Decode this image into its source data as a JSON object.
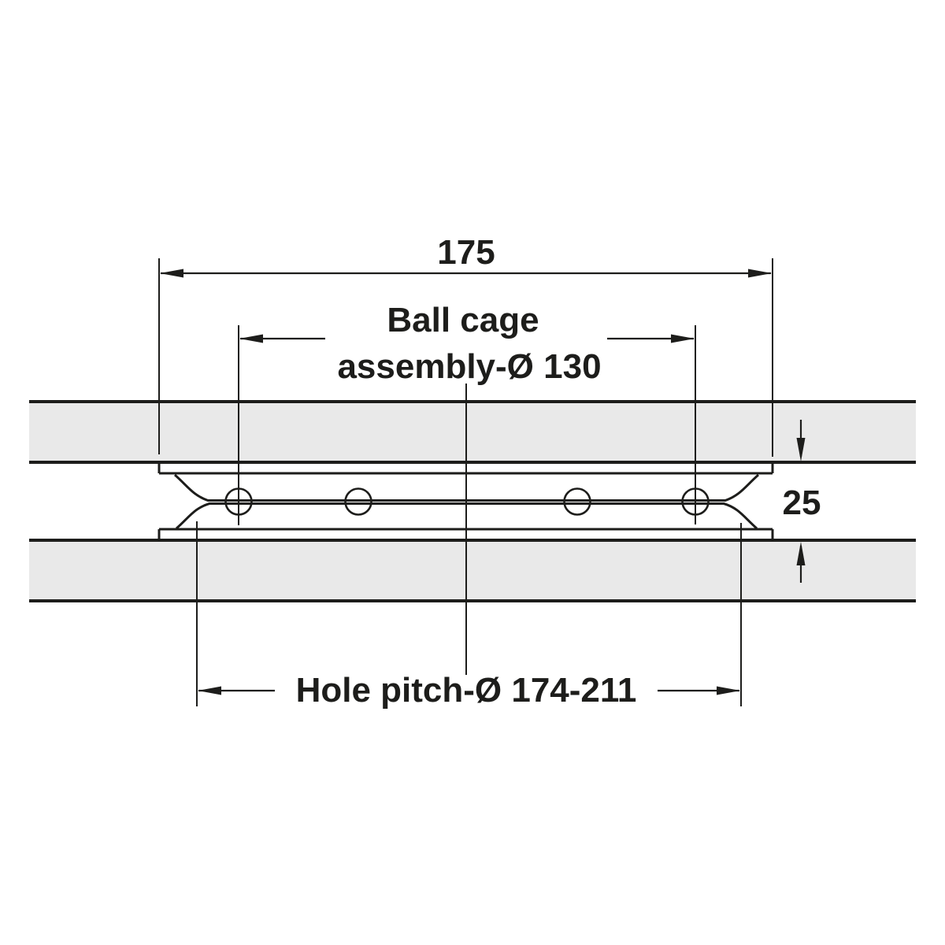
{
  "diagram": {
    "type": "technical-cross-section",
    "subject": "ball-bearing-swivel-between-two-panels",
    "ball_count": 4,
    "dimensions": {
      "overall_width": "175",
      "ball_cage_line1": "Ball cage",
      "ball_cage_line2": "assembly-Ø 130",
      "height": "25",
      "hole_pitch": "Hole pitch-Ø 174-211"
    },
    "colors": {
      "line": "#1d1d1b",
      "panel_fill": "#e9e9e9",
      "background": "#ffffff"
    }
  }
}
